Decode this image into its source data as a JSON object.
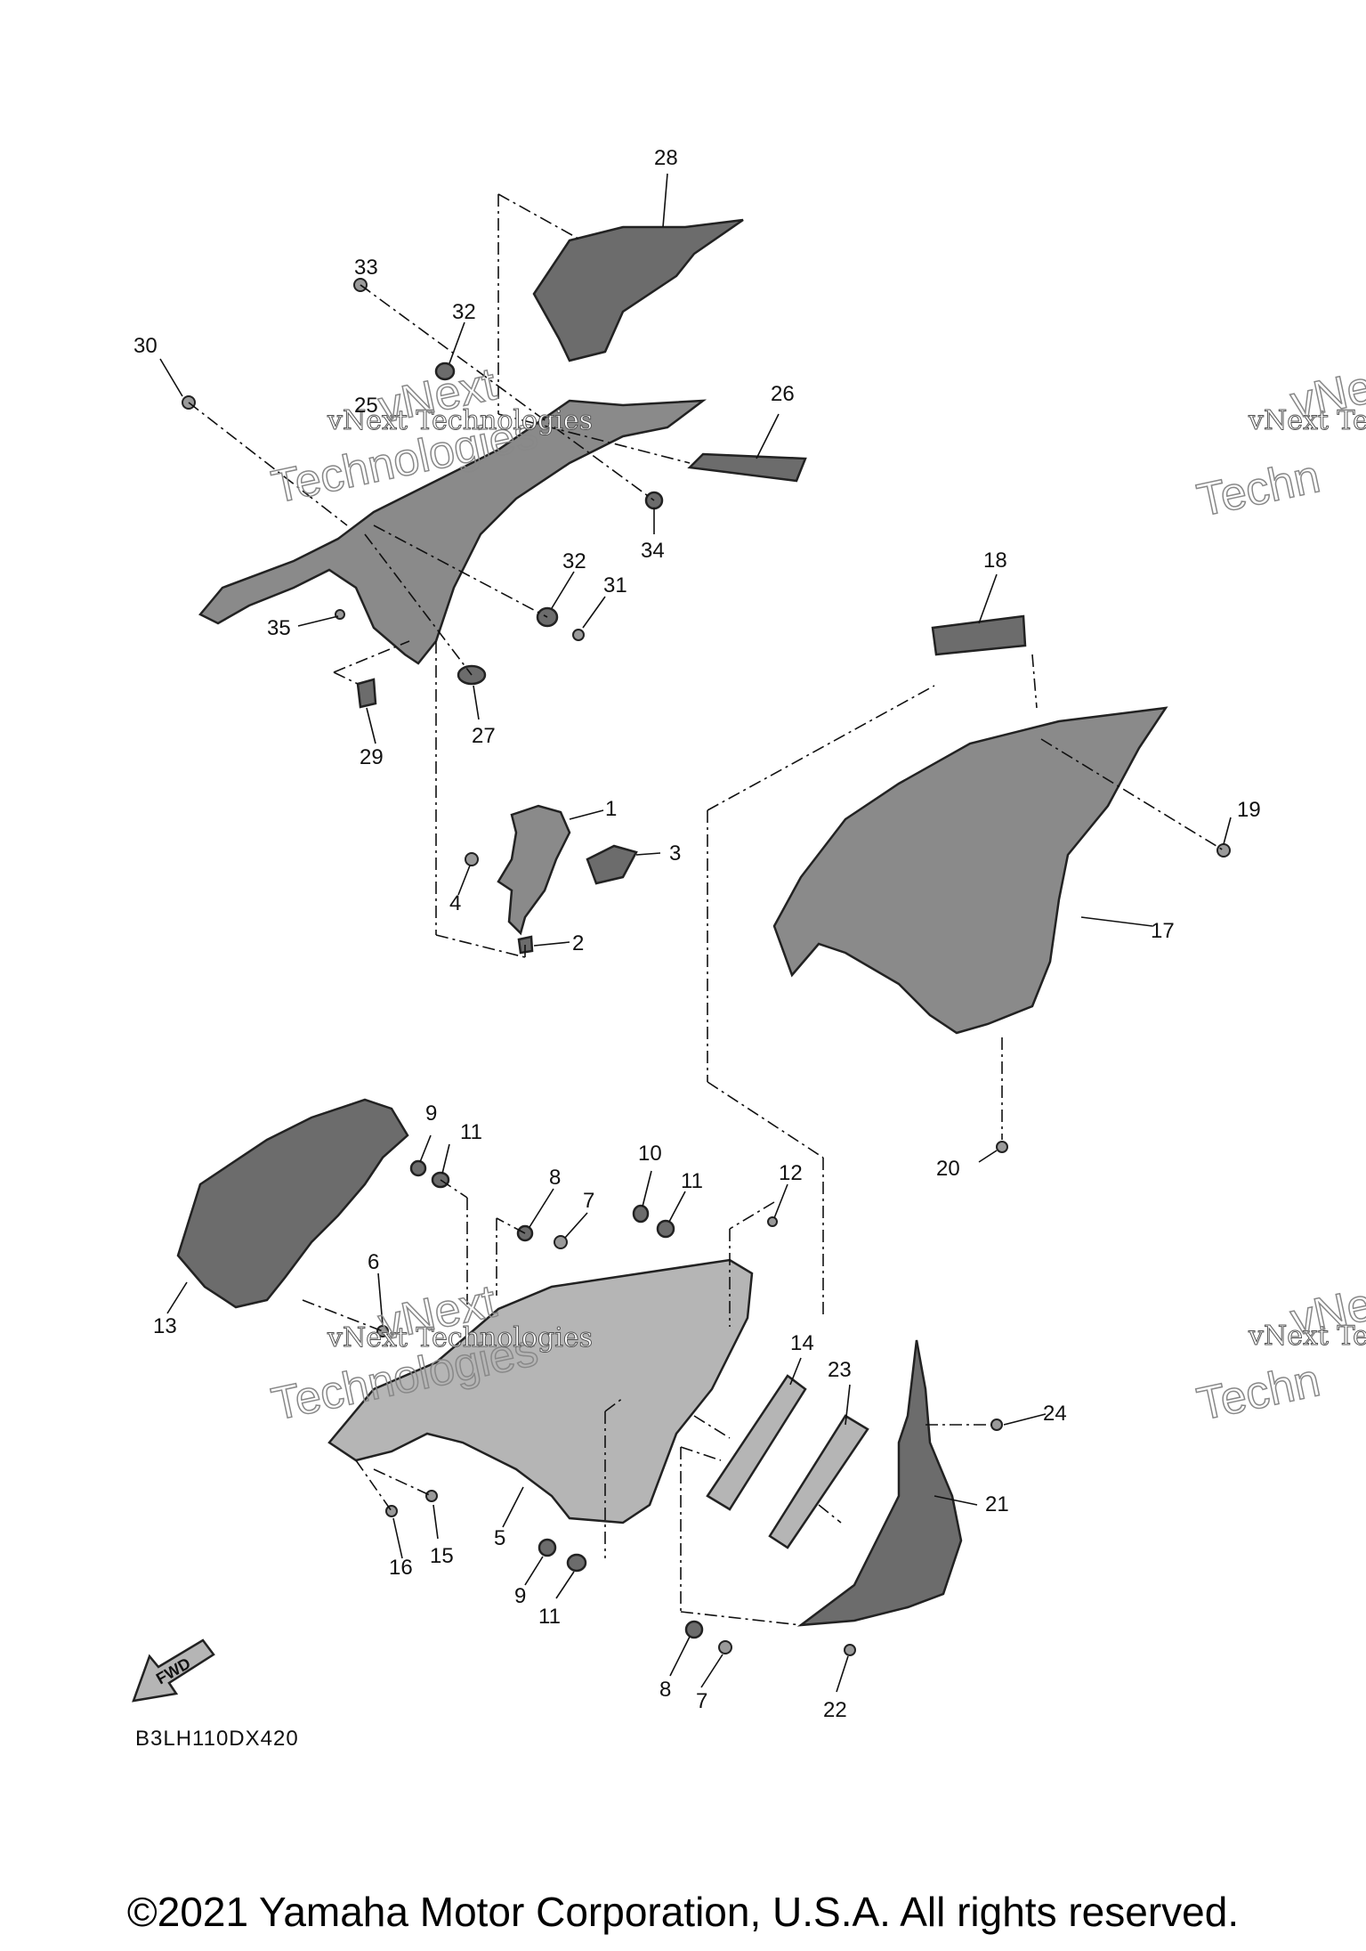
{
  "diagram": {
    "drawing_code": "B3LH110DX420",
    "fwd_label": "FWD",
    "watermark_line1": "vNext Technologies",
    "watermark_line2": "vNext",
    "watermark_line3": "Technologies",
    "watermark_right1": "vNext Te",
    "watermark_right2": "vNe",
    "watermark_right3": "Techn",
    "callouts": [
      "28",
      "33",
      "32",
      "30",
      "25",
      "26",
      "34",
      "32",
      "31",
      "35",
      "27",
      "29",
      "1",
      "3",
      "4",
      "2",
      "18",
      "19",
      "17",
      "20",
      "9",
      "11",
      "10",
      "8",
      "7",
      "11",
      "12",
      "13",
      "6",
      "14",
      "23",
      "24",
      "21",
      "5",
      "15",
      "16",
      "9",
      "11",
      "8",
      "7",
      "22"
    ]
  },
  "footer": {
    "copyright": "©2021 Yamaha Motor Corporation, U.S.A. All rights reserved."
  }
}
